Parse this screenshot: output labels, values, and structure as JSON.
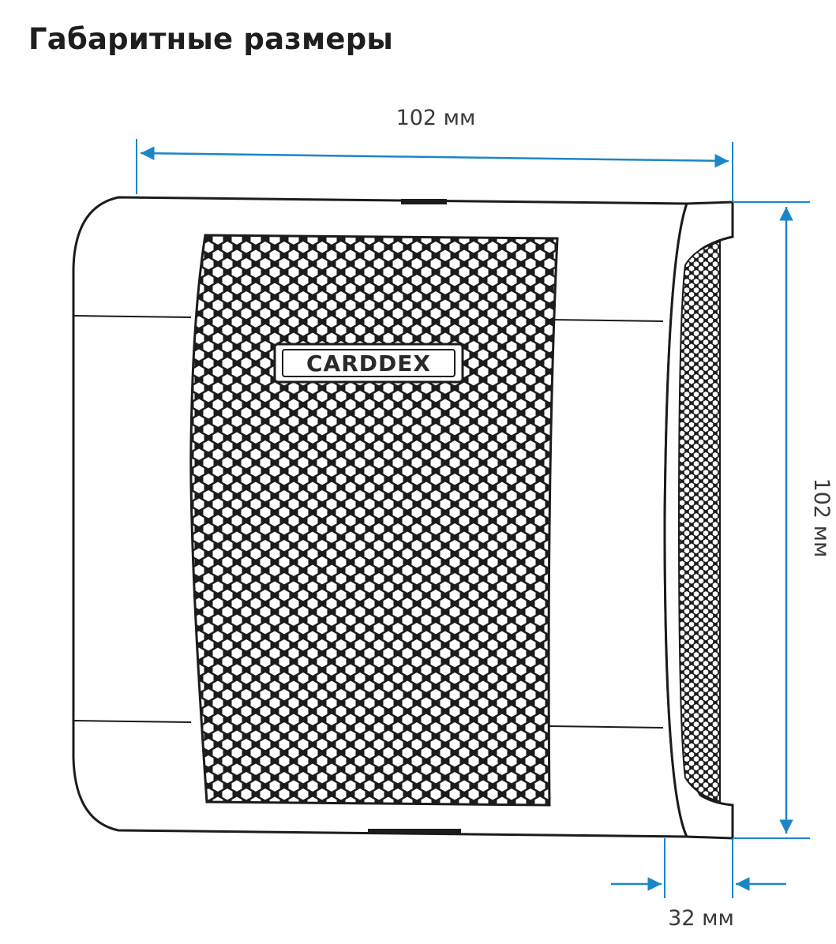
{
  "title": "Габаритные размеры",
  "brand_label": "CARDDEX",
  "dimensions": {
    "width_label": "102 мм",
    "height_label": "102 мм",
    "depth_label": "32 мм"
  },
  "colors": {
    "dimension_line": "#1a86c8",
    "outline": "#1c1c1c",
    "grille": "#1c1c1c"
  }
}
